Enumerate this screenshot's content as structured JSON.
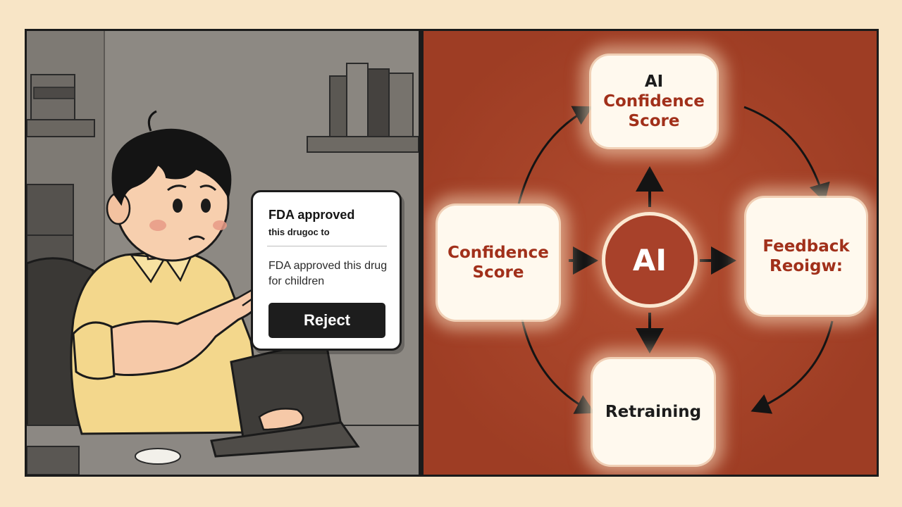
{
  "popup": {
    "title": "FDA approved",
    "subtitle": "this drugoc to",
    "body": "FDA approved this drug for children",
    "reject_label": "Reject"
  },
  "diagram": {
    "center_label": "AI",
    "node_top_line1": "AI",
    "node_top_line2": "Confidence",
    "node_top_line3": "Score",
    "node_left_line1": "Confidence",
    "node_left_line2": "Score",
    "node_right_line1": "Feedback",
    "node_right_line2": "Reoigw:",
    "node_bottom_label": "Retraining"
  },
  "colors": {
    "background": "#f8e5c6",
    "right_panel": "#a94428",
    "accent_red": "#a1301a",
    "node_fill": "#fff9ee",
    "shirt": "#f5d98a"
  }
}
